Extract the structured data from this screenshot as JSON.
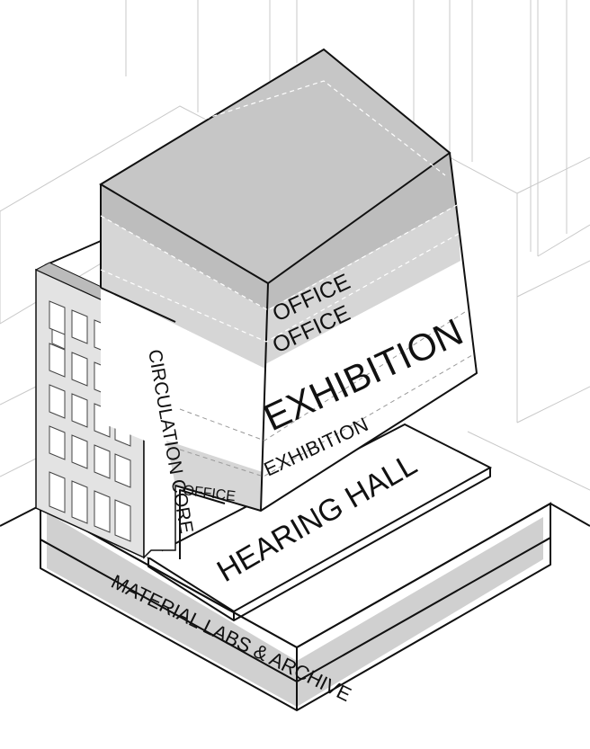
{
  "labels": {
    "office_top_1": "OFFICE",
    "office_top_2": "OFFICE",
    "exhibition_large": "EXHIBITION",
    "exhibition_small": "EXHIBITION",
    "office_low": "OFFICE",
    "circulation_core": "CIRCULATION CORE",
    "hearing_hall": "HEARING HALL",
    "material_labs": "MATERIAL LABS & ARCHIVE"
  },
  "colors": {
    "volume_fill": "#d6d6d6",
    "volume_top": "#bdbdbd",
    "base_fill": "#d0d0d0",
    "outline": "#111111",
    "context_lines": "#c9c9c9"
  }
}
